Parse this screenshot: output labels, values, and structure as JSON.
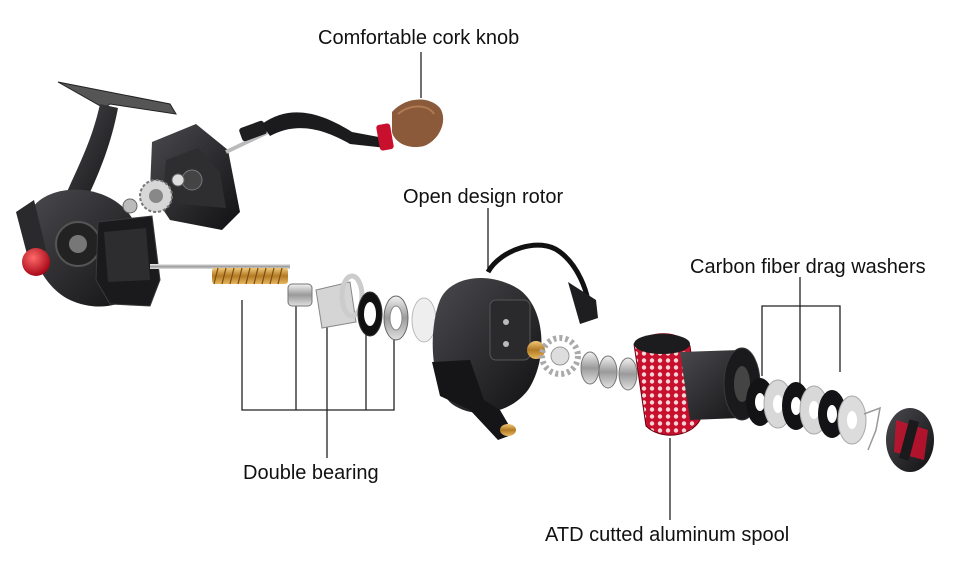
{
  "labels": {
    "cork_knob": "Comfortable cork knob",
    "rotor": "Open design rotor",
    "drag_washers": "Carbon fiber drag washers",
    "double_bearing": "Double bearing",
    "spool": "ATD cutted aluminum spool"
  },
  "colors": {
    "background": "#ffffff",
    "body": "#1c1c1e",
    "accent_red": "#c8102e",
    "brass": "#c9973a",
    "silver": "#c8c8c8",
    "cork": "#8a5a3b",
    "leader_line": "#222222"
  }
}
